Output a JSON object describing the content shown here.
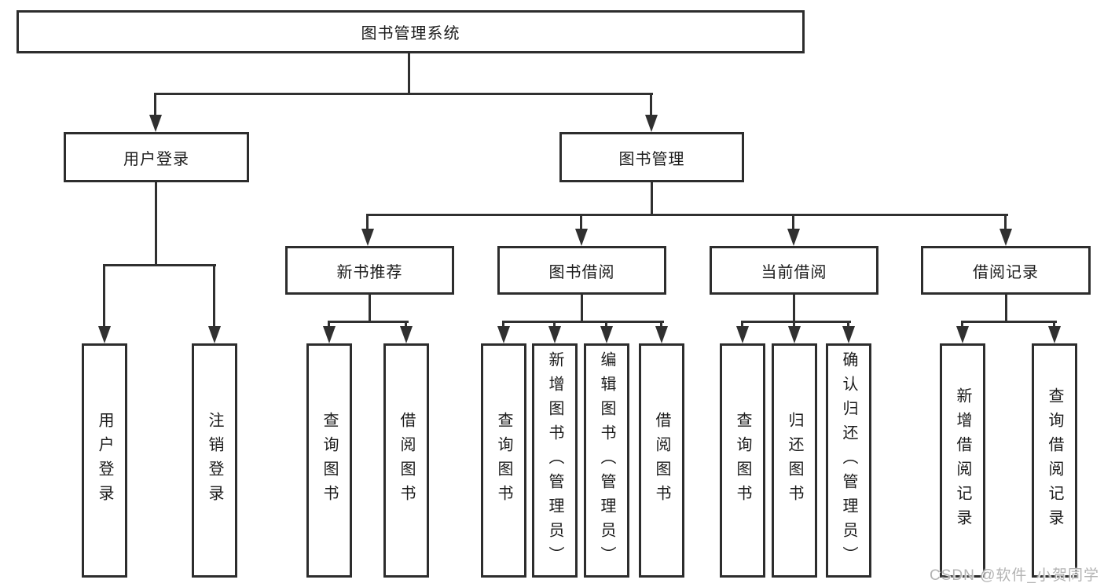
{
  "tree": {
    "root": {
      "label": "图书管理系统"
    },
    "branches": [
      {
        "label": "用户登录",
        "children": [
          {
            "label": "用户登录"
          },
          {
            "label": "注销登录"
          }
        ]
      },
      {
        "label": "图书管理",
        "children": [
          {
            "label": "新书推荐",
            "children": [
              {
                "label": "查询图书"
              },
              {
                "label": "借阅图书"
              }
            ]
          },
          {
            "label": "图书借阅",
            "children": [
              {
                "label": "查询图书"
              },
              {
                "label": "新增图书（管理员）"
              },
              {
                "label": "编辑图书（管理员）"
              },
              {
                "label": "借阅图书"
              }
            ]
          },
          {
            "label": "当前借阅",
            "children": [
              {
                "label": "查询图书"
              },
              {
                "label": "归还图书"
              },
              {
                "label": "确认归还（管理员）"
              }
            ]
          },
          {
            "label": "借阅记录",
            "children": [
              {
                "label": "新增借阅记录"
              },
              {
                "label": "查询借阅记录"
              }
            ]
          }
        ]
      }
    ]
  },
  "watermark": "CSDN @软件_小贺同学",
  "colors": {
    "background": "#ffffff",
    "line": "#303030",
    "box_border": "#2d2d2d",
    "text": "#1b1b1b",
    "watermark_text": "#b3b3b3"
  }
}
